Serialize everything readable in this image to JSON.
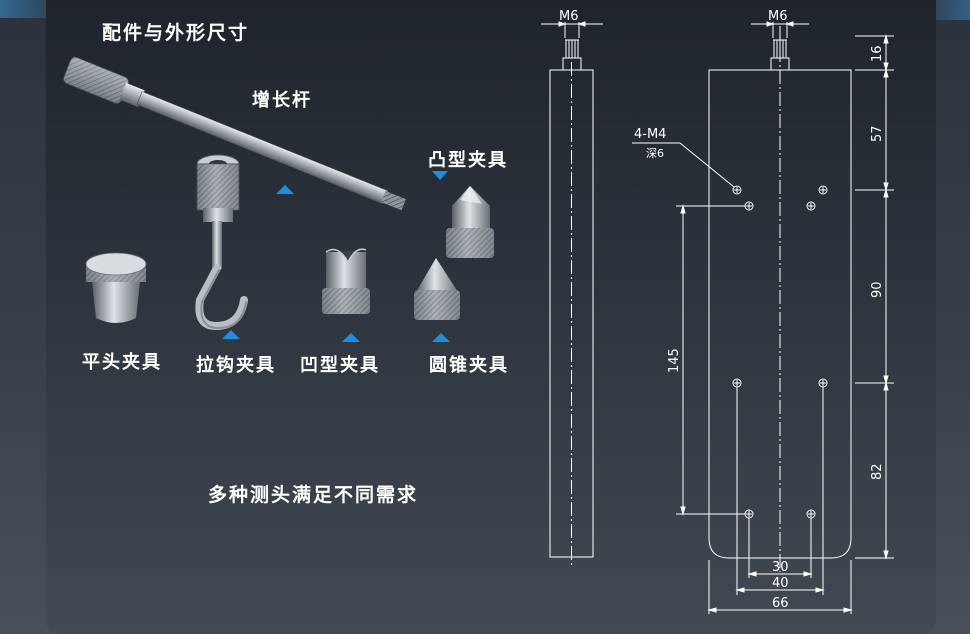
{
  "title": "配件与外形尺寸",
  "accessories": {
    "extension_rod": "增长杆",
    "convex_clamp": "凸型夹具",
    "flat_clamp": "平头夹具",
    "hook_clamp": "拉钩夹具",
    "concave_clamp": "凹型夹具",
    "cone_clamp": "圆锥夹具"
  },
  "tagline": "多种测头满足不同需求",
  "drawing": {
    "thread_side": "M6",
    "thread_front": "M6",
    "holes_note": "4-M4",
    "holes_depth": "深6",
    "dim_16": "16",
    "dim_57": "57",
    "dim_90": "90",
    "dim_82": "82",
    "dim_145": "145",
    "dim_30": "30",
    "dim_40": "40",
    "dim_66": "66"
  },
  "colors": {
    "accent": "#1e8fe0",
    "line": "#ffffff",
    "panel": "#2a3039"
  }
}
